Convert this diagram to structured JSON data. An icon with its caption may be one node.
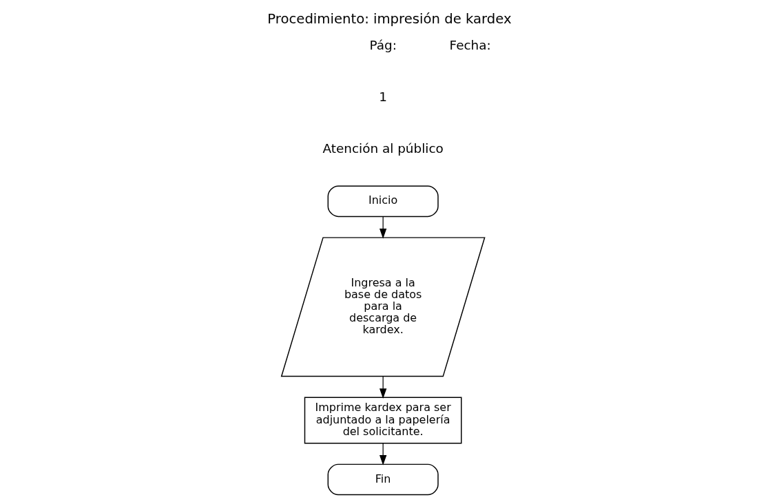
{
  "diagram": {
    "title": "Procedimiento: impresión de kardex",
    "nodes": [
      {
        "text": [
          "Inicio"
        ]
      },
      {
        "text": [
          "Ingresa a la base de datos para la descarga de kardex."
        ]
      },
      {
        "text": [
          "Imprime kardex para ser adjuntado a la papelería del solicitante."
        ]
      },
      {
        "text": [
          "Fin"
        ]
      }
    ],
    "edges": [
      {
        "from": 0,
        "to": 1,
        "arrow": "to"
      },
      {
        "from": 1,
        "to": 2,
        "arrow": "to"
      },
      {
        "from": 2,
        "to": 3,
        "arrow": "to"
      }
    ],
    "labels": [
      "Pág:",
      "Fecha:",
      "1",
      "Atención al público"
    ]
  }
}
